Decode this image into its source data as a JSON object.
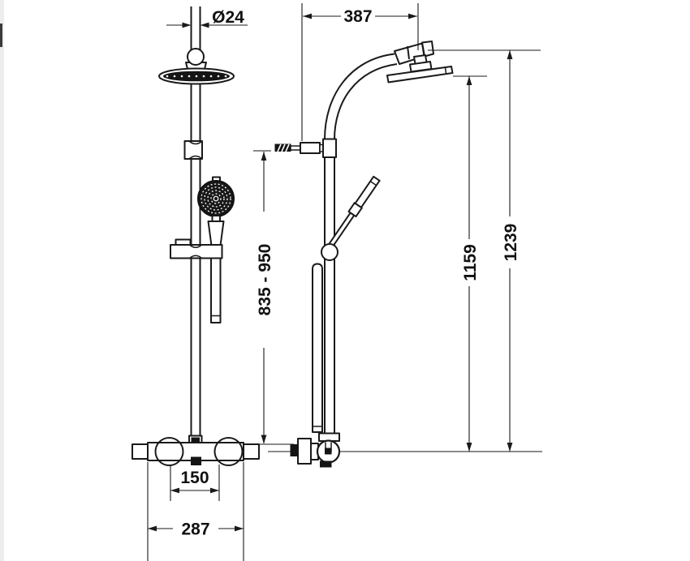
{
  "drawing": {
    "dimensions": {
      "pipe_diameter": "Ø24",
      "arm_width": "387",
      "riser_height_range": "835 - 950",
      "head_underside_height": "1159",
      "total_height": "1239",
      "outlet_spacing": "150",
      "mixer_width": "287"
    },
    "colors": {
      "line": "#1a1a1a",
      "background": "#ffffff"
    }
  }
}
